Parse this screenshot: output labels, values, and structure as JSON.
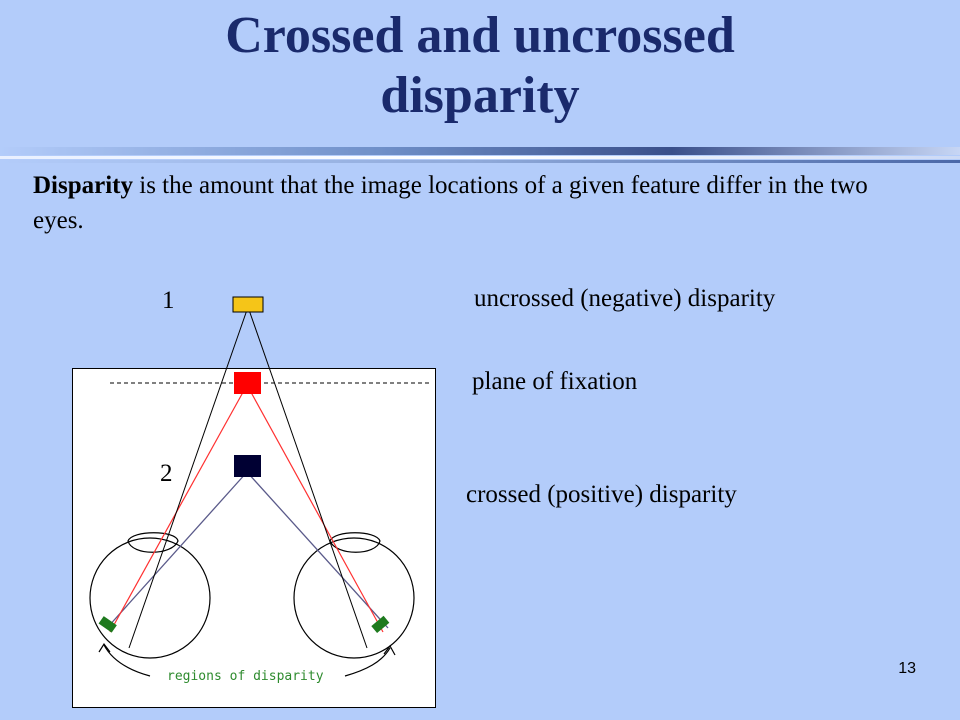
{
  "slide": {
    "title_line1": "Crossed and uncrossed",
    "title_line2": "disparity",
    "definition_term": "Disparity",
    "definition_rest": " is the amount that the image locations of a given feature differ in the two eyes.",
    "slide_number": "13"
  },
  "diagram": {
    "label_uncrossed": "uncrossed (negative) disparity",
    "label_fixation": "plane of fixation",
    "label_crossed": "crossed (positive) disparity",
    "marker_1": "1",
    "marker_2": "2",
    "regions_label": "regions of disparity"
  },
  "colors": {
    "background": "#b3ccfa",
    "title": "#1a2a6c",
    "far_object": "#f5c518",
    "fixation_object": "#ff0000",
    "near_object": "#000033",
    "retina_patch": "#1e7a1e"
  }
}
